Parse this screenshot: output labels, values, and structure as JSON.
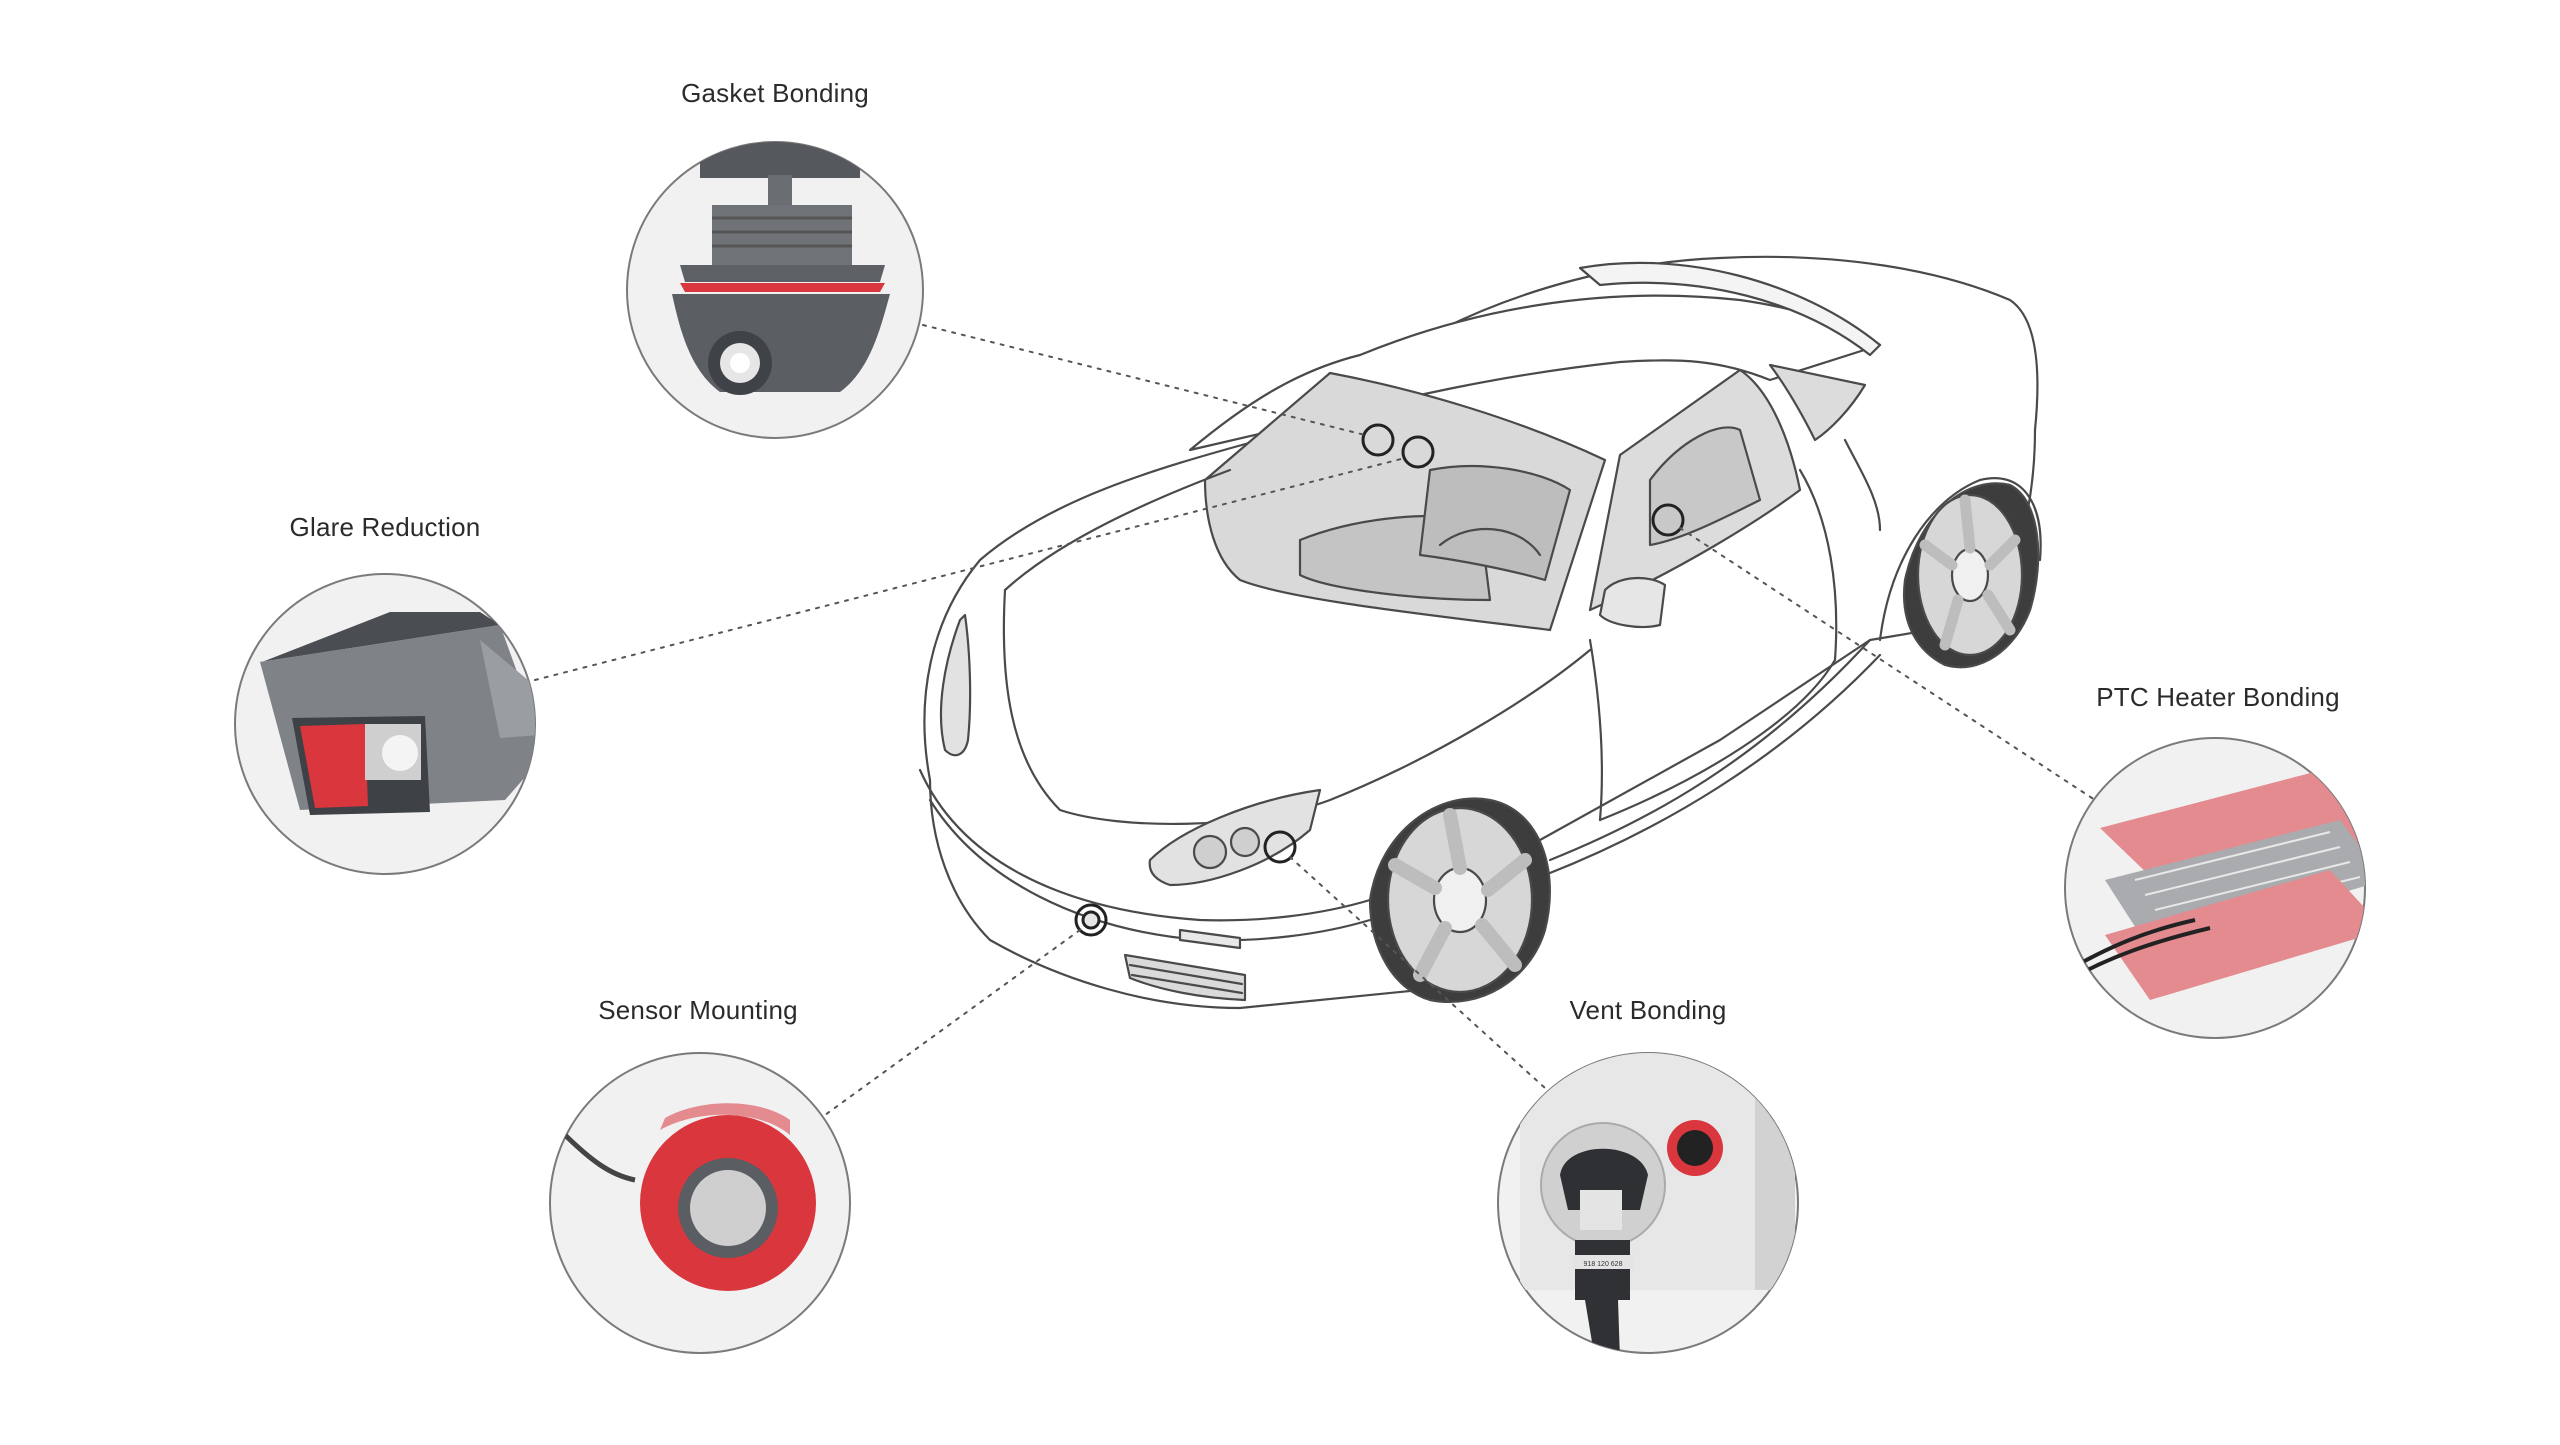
{
  "callouts": {
    "gasket": {
      "label": "Gasket Bonding"
    },
    "glare": {
      "label": "Glare Reduction"
    },
    "ptc": {
      "label": "PTC Heater Bonding"
    },
    "sensor": {
      "label": "Sensor Mounting"
    },
    "vent": {
      "label": "Vent Bonding"
    }
  },
  "vent_part_code": "918 120 628",
  "colors": {
    "accent_red": "#d9363e",
    "light_red": "#e48b8f",
    "part_gray": "#5f6266",
    "circle_bg": "#f1f1f2",
    "outline": "#333333"
  }
}
